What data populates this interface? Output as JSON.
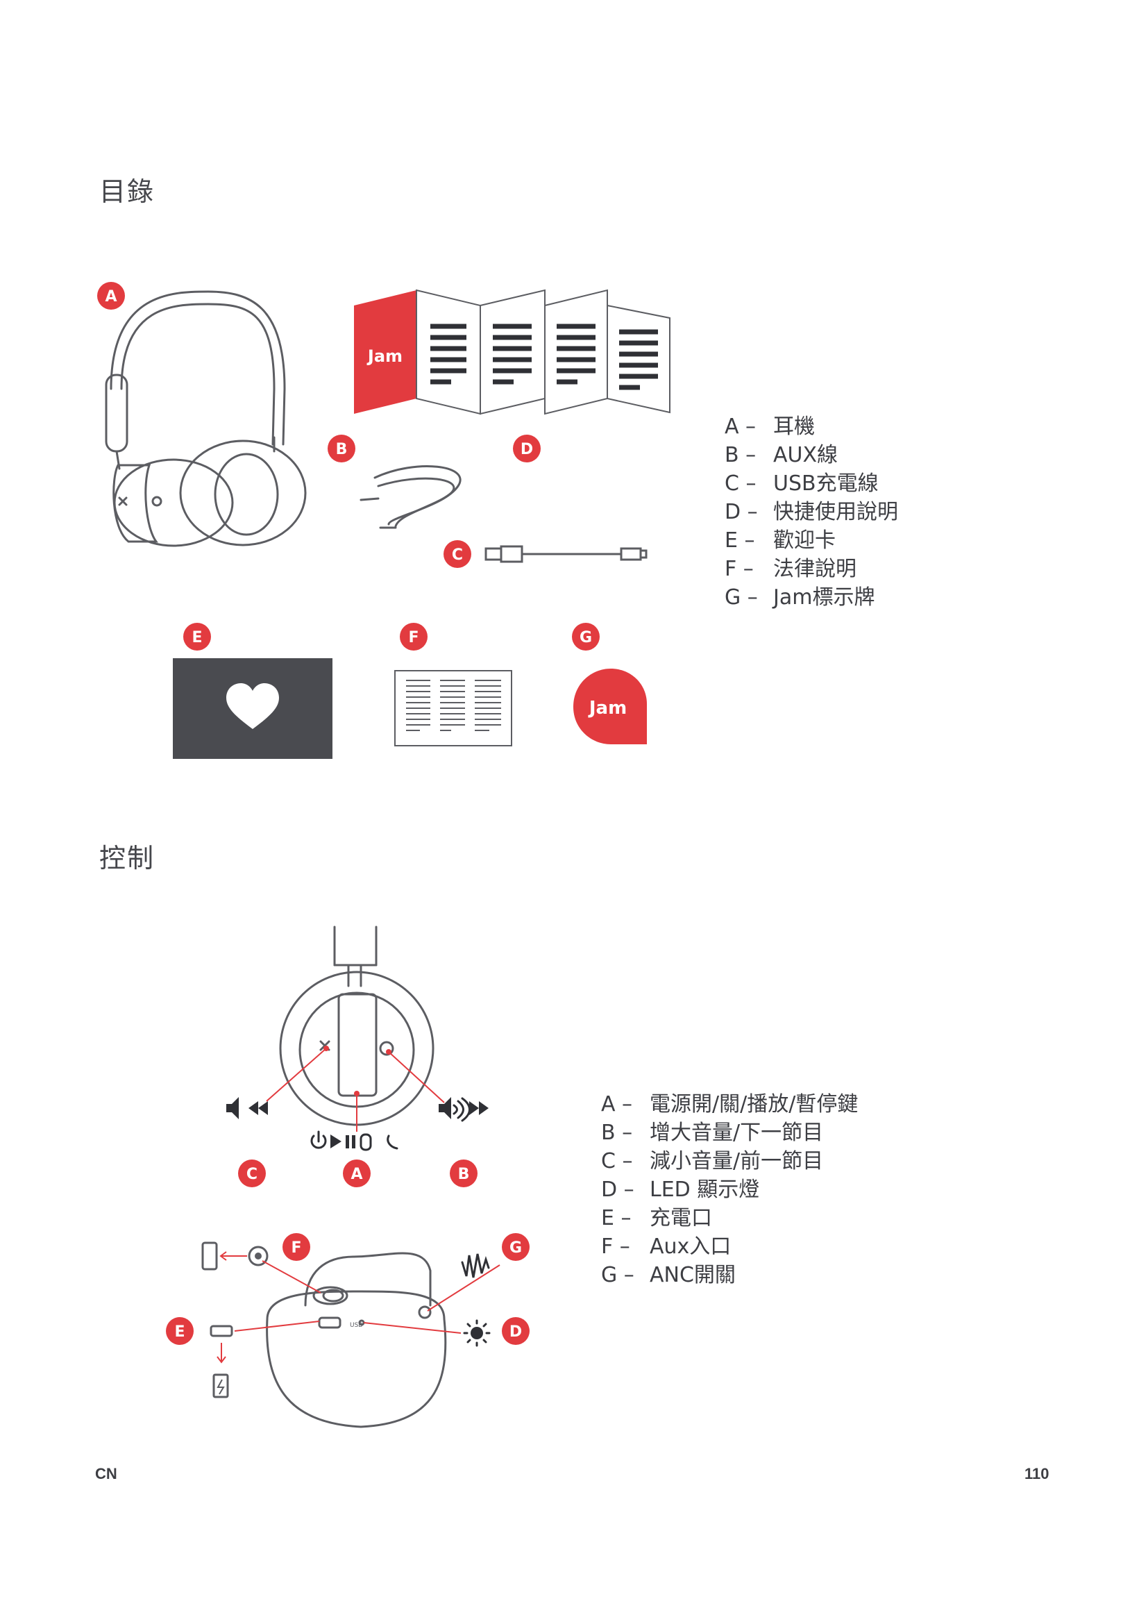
{
  "contents": {
    "heading": "目錄",
    "legend": [
      {
        "key": "A –",
        "value": "耳機"
      },
      {
        "key": "B –",
        "value": "AUX線"
      },
      {
        "key": "C –",
        "value": "USB充電線"
      },
      {
        "key": "D –",
        "value": "快捷使用說明"
      },
      {
        "key": "E –",
        "value": "歡迎卡"
      },
      {
        "key": "F –",
        "value": "法律說明"
      },
      {
        "key": "G –",
        "value": "Jam標示牌"
      }
    ],
    "markers": [
      "A",
      "B",
      "C",
      "D",
      "E",
      "F",
      "G"
    ],
    "logo_text": "Jam"
  },
  "controls": {
    "heading": "控制",
    "legend": [
      {
        "key": "A –",
        "value": "電源開/關/播放/暫停鍵"
      },
      {
        "key": "B –",
        "value": "增大音量/下一節目"
      },
      {
        "key": "C –",
        "value": "減小音量/前一節目"
      },
      {
        "key": "D –",
        "value": "LED 顯示燈"
      },
      {
        "key": "E –",
        "value": "充電口"
      },
      {
        "key": "F –",
        "value": "Aux入口"
      },
      {
        "key": "G –",
        "value": "ANC開關"
      }
    ],
    "markers": [
      "C",
      "A",
      "B",
      "F",
      "G",
      "E",
      "D"
    ],
    "usb_label": "USB"
  },
  "colors": {
    "accent": "#e23b3f",
    "dark": "#4a4b50",
    "line": "#5c5d62"
  },
  "footer": {
    "lang": "CN",
    "page": "110"
  }
}
